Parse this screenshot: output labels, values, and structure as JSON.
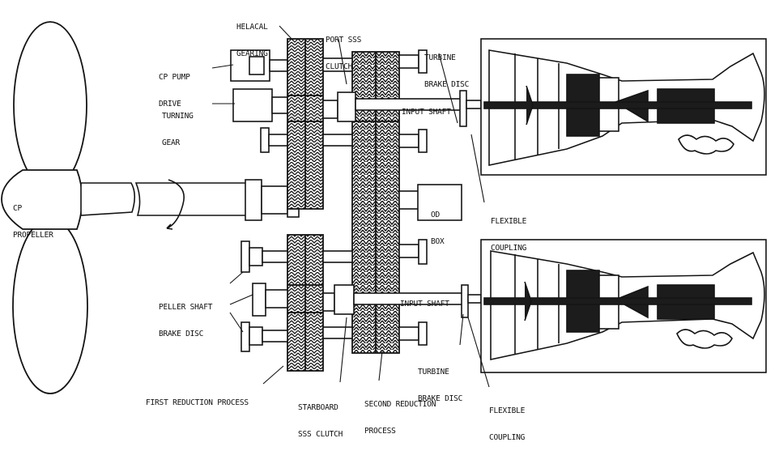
{
  "labels": {
    "helical_gearing": [
      "HELACAL",
      "GEARING"
    ],
    "port_sss_clutch": [
      "PORT SSS",
      "CLUTCH"
    ],
    "turbine_brake_disc_top": [
      "TURBINE",
      "BRAKE DISC"
    ],
    "cp_pump_drive": [
      "CP PUMP",
      "DRIVE"
    ],
    "turning_gear": [
      "TURNING",
      "GEAR"
    ],
    "input_shaft_top": "INPUT SHAFT",
    "cp_propeller": [
      "CP",
      "PROPELLER"
    ],
    "od_box": [
      "OD",
      "BOX"
    ],
    "flexible_coupling_top": [
      "FLEXIBLE",
      "COUPLING"
    ],
    "peller_shaft_brake_disc": [
      "PELLER SHAFT",
      "BRAKE DISC"
    ],
    "input_shaft_bottom": "INPUT SHAFT",
    "turbine_brake_disc_bottom": [
      "TURBINE",
      "BRAKE DISC"
    ],
    "first_reduction_process": "FIRST REDUCTION PROCESS",
    "starboard_sss_clutch": [
      "STARBOARD",
      "SSS CLUTCH"
    ],
    "second_reduction_process": [
      "SECOND REDUCTION",
      "PROCESS"
    ],
    "flexible_coupling_bottom": [
      "FLEXIBLE",
      "COUPLING"
    ]
  },
  "colors": {
    "ink": "#141414",
    "paper": "#ffffff",
    "fill_dark": "#1c1c1c",
    "fill_mid": "#9a9a9a"
  }
}
